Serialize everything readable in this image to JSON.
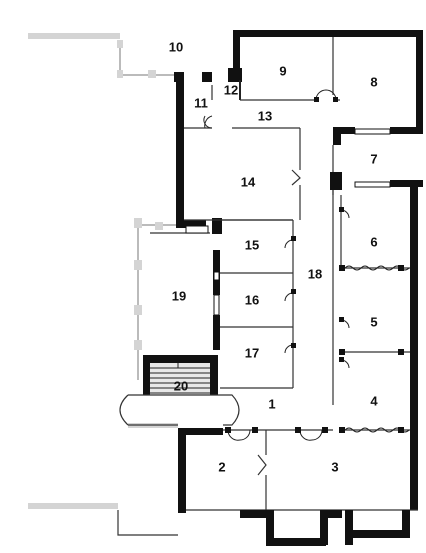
{
  "floor_plan": {
    "rooms": [
      {
        "id": "room-1",
        "label": "1"
      },
      {
        "id": "room-2",
        "label": "2"
      },
      {
        "id": "room-3",
        "label": "3"
      },
      {
        "id": "room-4",
        "label": "4"
      },
      {
        "id": "room-5",
        "label": "5"
      },
      {
        "id": "room-6",
        "label": "6"
      },
      {
        "id": "room-7",
        "label": "7"
      },
      {
        "id": "room-8",
        "label": "8"
      },
      {
        "id": "room-9",
        "label": "9"
      },
      {
        "id": "room-10",
        "label": "10"
      },
      {
        "id": "room-11",
        "label": "11"
      },
      {
        "id": "room-12",
        "label": "12"
      },
      {
        "id": "room-13",
        "label": "13"
      },
      {
        "id": "room-14",
        "label": "14"
      },
      {
        "id": "room-15",
        "label": "15"
      },
      {
        "id": "room-16",
        "label": "16"
      },
      {
        "id": "room-17",
        "label": "17"
      },
      {
        "id": "room-18",
        "label": "18"
      },
      {
        "id": "room-19",
        "label": "19"
      },
      {
        "id": "room-20",
        "label": "20"
      }
    ]
  }
}
